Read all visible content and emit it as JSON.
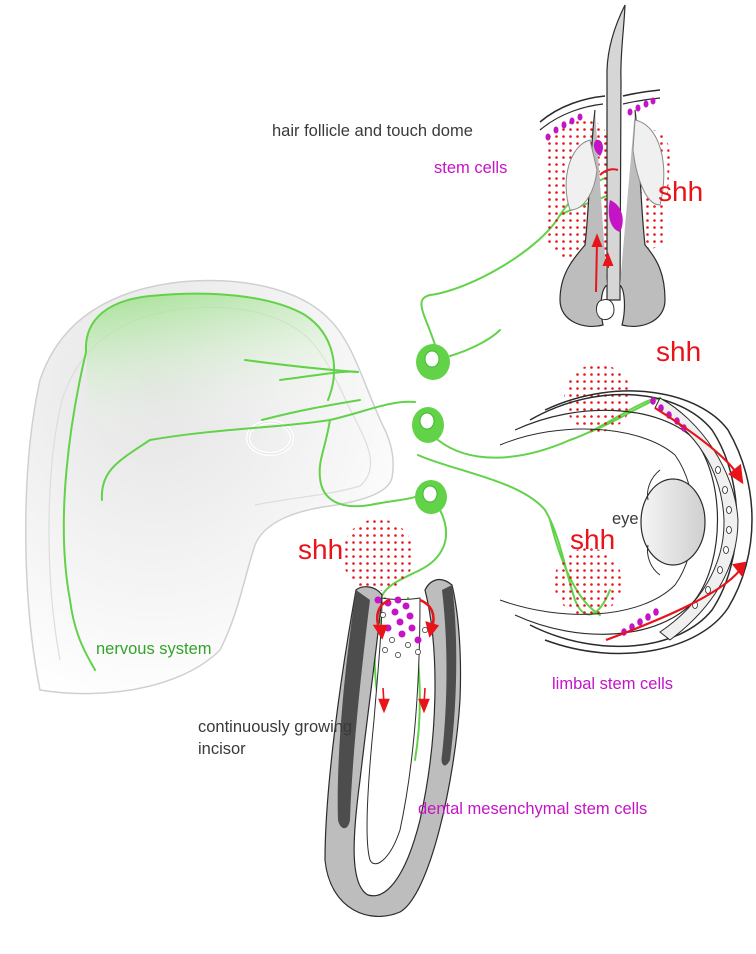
{
  "labels": {
    "hair_follicle": "hair follicle and touch dome",
    "stem_cells": "stem cells",
    "shh_hair": "shh",
    "shh_eye_top": "shh",
    "shh_eye_bottom": "shh",
    "shh_incisor": "shh",
    "eye": "eye",
    "limbal": "limbal stem cells",
    "nervous": "nervous system",
    "incisor_line1": "continuously growing",
    "incisor_line2": "incisor",
    "dental": "dental mesenchymal stem cells"
  },
  "colors": {
    "nerve": "#62d249",
    "nerve_dark": "#3fb82c",
    "shh": "#e8141a",
    "stem": "#c513c6",
    "label_dark": "#3a3a3a",
    "label_green": "#34a32a",
    "tissue_grey": "#bfbfbf",
    "outline": "#2b2b2b"
  }
}
